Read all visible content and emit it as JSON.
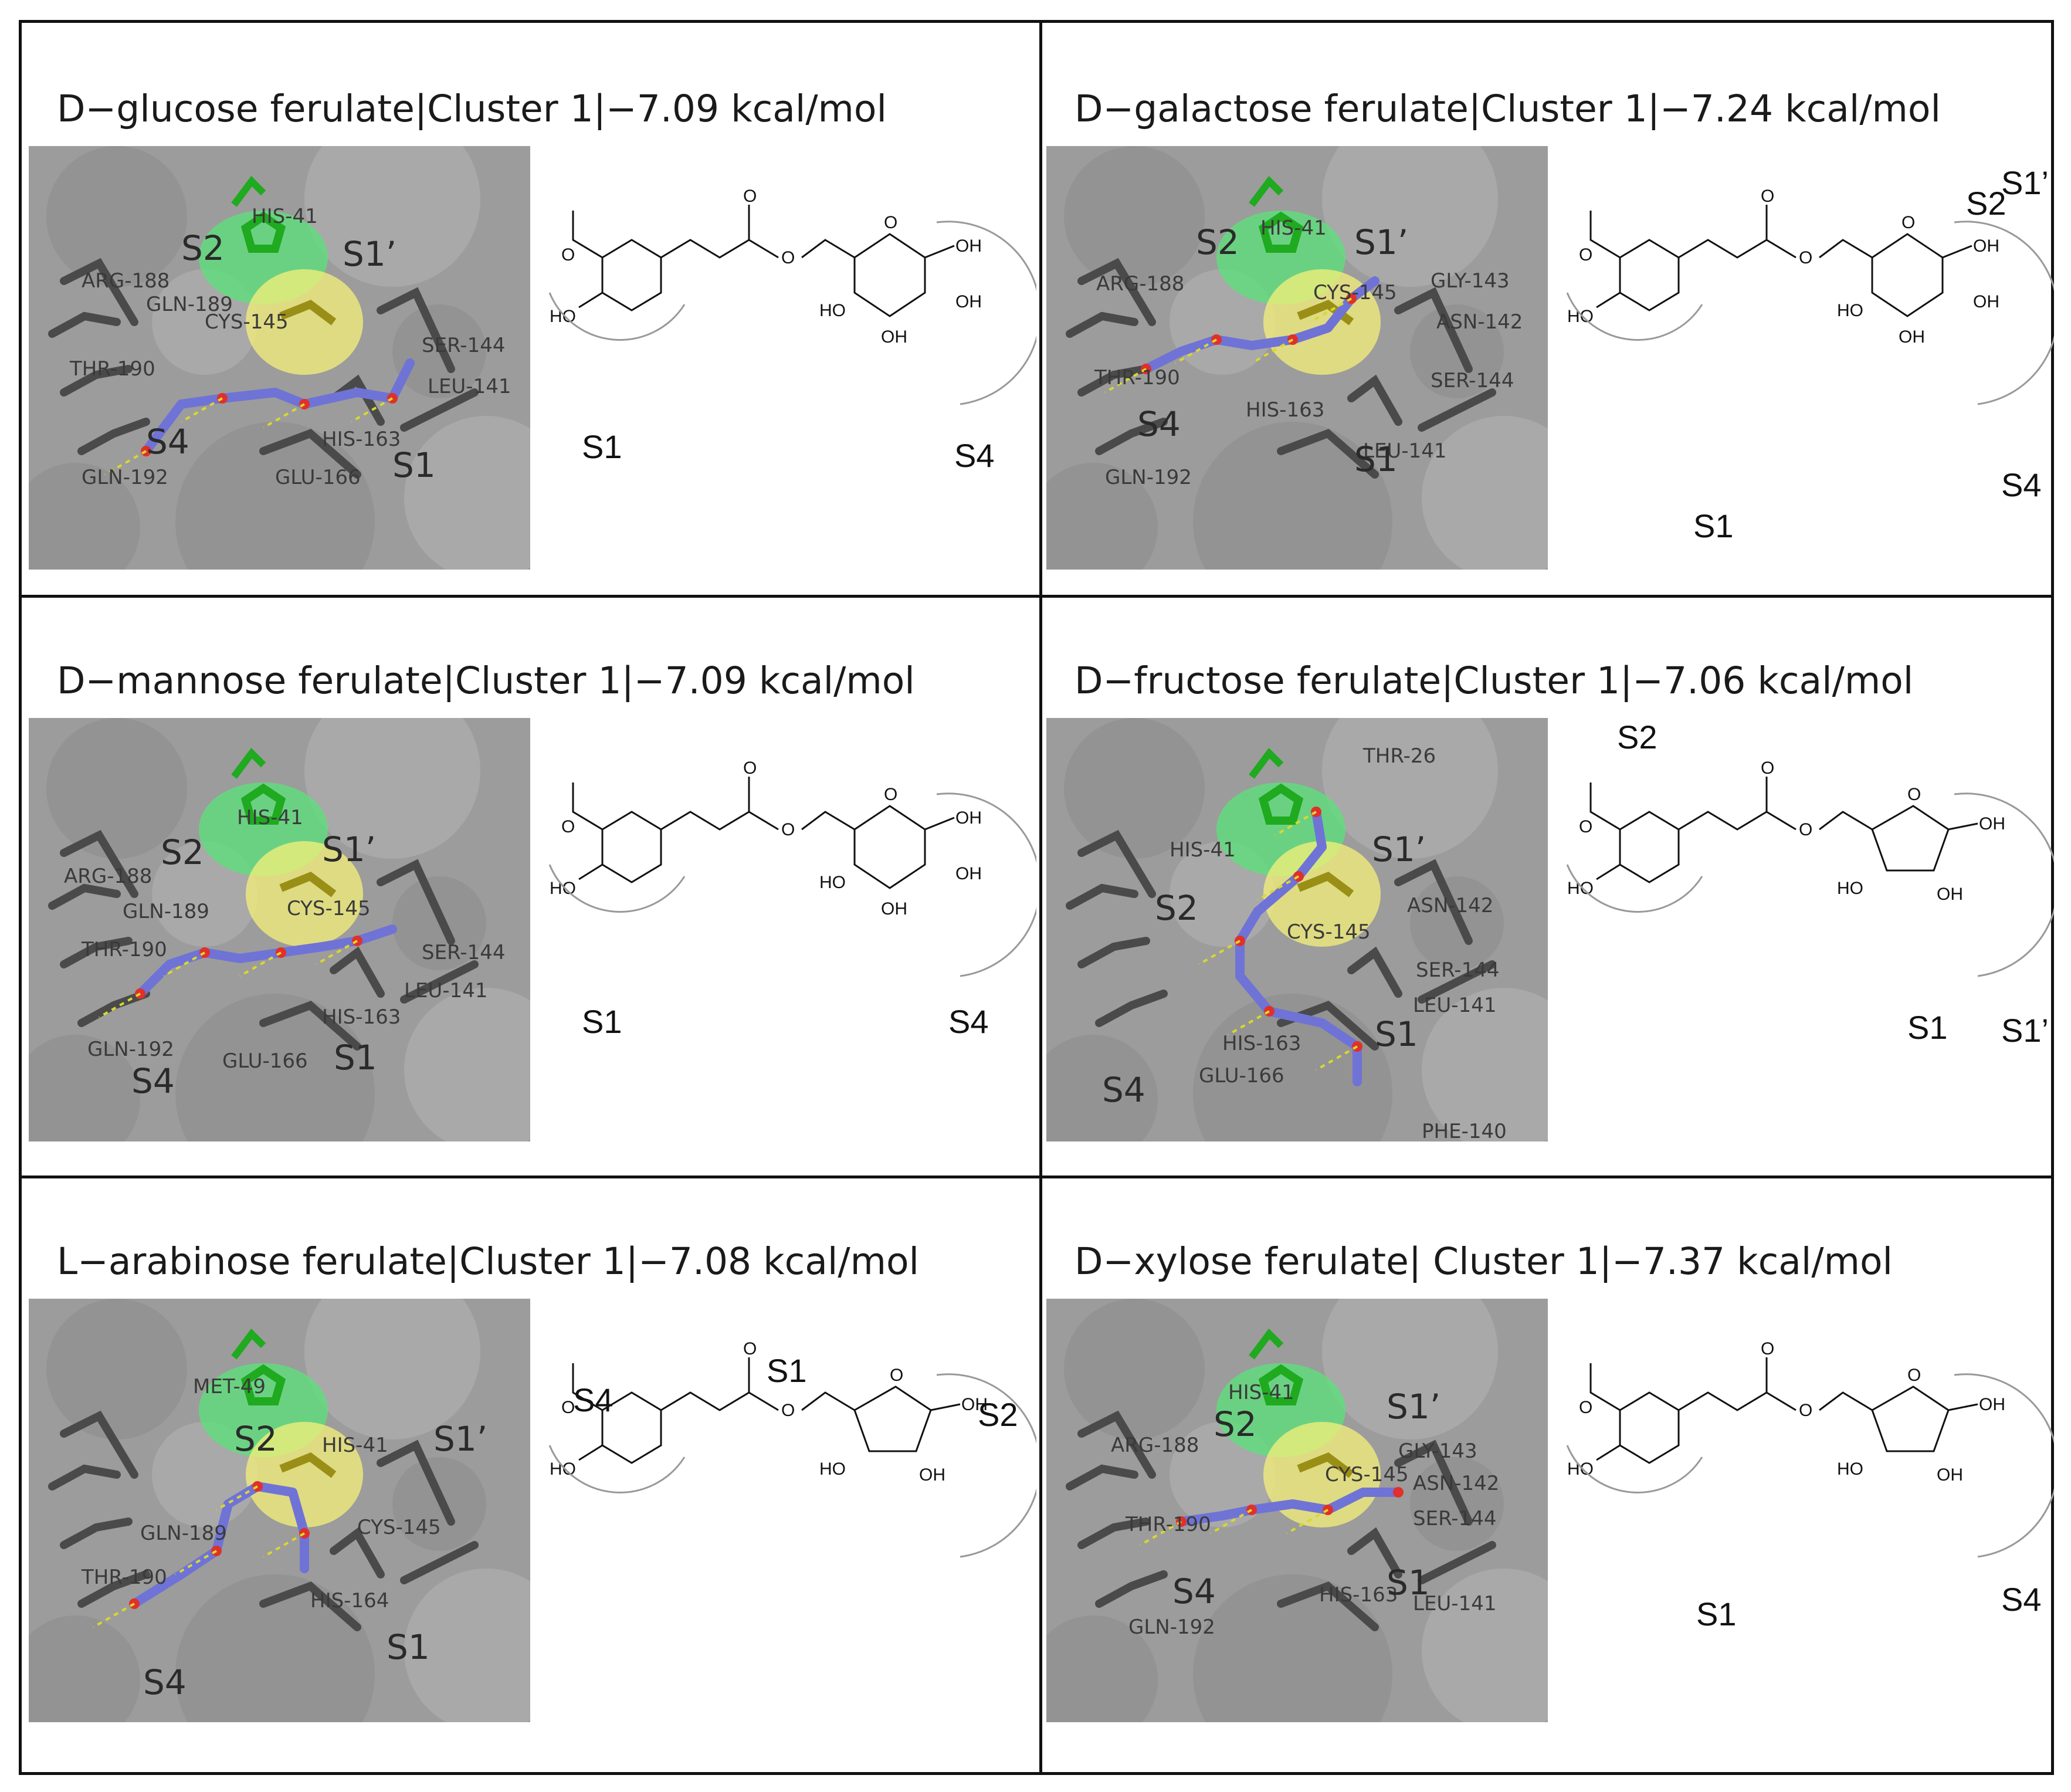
{
  "panels": [
    {
      "title": "D−glucose ferulate|Cluster 1|−7.09 kcal/mol",
      "residues": [
        "HIS-41",
        "ARG-188",
        "GLN-189",
        "THR-190",
        "CYS-145",
        "SER-144",
        "LEU-141",
        "HIS-163",
        "GLN-192",
        "GLU-166"
      ],
      "dock_sites": [
        "S2",
        "S1’",
        "S4",
        "S1"
      ],
      "struct_sites": [
        "S1",
        "S4"
      ],
      "sugar": "pyranose"
    },
    {
      "title": "D−galactose ferulate|Cluster 1|−7.24 kcal/mol",
      "residues": [
        "HIS-41",
        "ARG-188",
        "CYS-145",
        "GLY-143",
        "ASN-142",
        "THR-190",
        "SER-144",
        "HIS-163",
        "LEU-141",
        "GLN-192"
      ],
      "dock_sites": [
        "S2",
        "S1’",
        "S4",
        "S1"
      ],
      "struct_sites": [
        "S2",
        "S1’",
        "S4",
        "S1"
      ],
      "sugar": "pyranose"
    },
    {
      "title": "D−mannose ferulate|Cluster 1|−7.09 kcal/mol",
      "residues": [
        "HIS-41",
        "ARG-188",
        "GLN-189",
        "CYS-145",
        "THR-190",
        "SER-144",
        "LEU-141",
        "HIS-163",
        "GLN-192",
        "GLU-166"
      ],
      "dock_sites": [
        "S2",
        "S1’",
        "S4",
        "S1"
      ],
      "struct_sites": [
        "S1",
        "S4"
      ],
      "sugar": "pyranose"
    },
    {
      "title": "D−fructose ferulate|Cluster 1|−7.06 kcal/mol",
      "residues": [
        "THR-26",
        "HIS-41",
        "ASN-142",
        "CYS-145",
        "SER-144",
        "LEU-141",
        "HIS-163",
        "GLU-166",
        "PHE-140"
      ],
      "dock_sites": [
        "S1’",
        "S2",
        "S1",
        "S4"
      ],
      "struct_sites": [
        "S2",
        "S1’",
        "S1"
      ],
      "sugar": "furanose"
    },
    {
      "title": "L−arabinose ferulate|Cluster 1|−7.08 kcal/mol",
      "residues": [
        "MET-49",
        "HIS-41",
        "GLN-189",
        "CYS-145",
        "THR-190",
        "HIS-164"
      ],
      "dock_sites": [
        "S2",
        "S1’",
        "S4",
        "S1"
      ],
      "struct_sites": [
        "S4",
        "S1",
        "S2"
      ],
      "sugar": "furanose"
    },
    {
      "title": "D−xylose ferulate| Cluster 1|−7.37 kcal/mol",
      "residues": [
        "HIS-41",
        "ARG-188",
        "CYS-145",
        "GLY-143",
        "ASN-142",
        "THR-190",
        "SER-144",
        "HIS-163",
        "LEU-141",
        "GLN-192"
      ],
      "dock_sites": [
        "S2",
        "S1’",
        "S4",
        "S1"
      ],
      "struct_sites": [
        "S4",
        "S1"
      ],
      "sugar": "furanose"
    }
  ],
  "atom_labels": {
    "oh": "OH",
    "ho": "HO",
    "o": "O"
  },
  "colors": {
    "surface": "#9c9c9c",
    "ligand": "#6f73d6",
    "residue": "#4a4a4a",
    "his41": "#1faa1f",
    "cys145": "#9a8f16",
    "oxygen": "#e0302a"
  }
}
